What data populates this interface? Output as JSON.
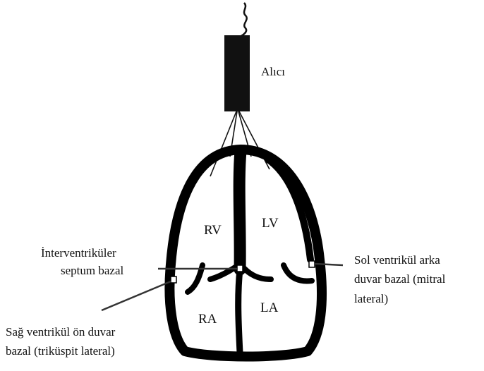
{
  "diagram": {
    "probe_label": "Alıcı",
    "chambers": {
      "rv": "RV",
      "lv": "LV",
      "ra": "RA",
      "la": "LA"
    },
    "annotations": {
      "septum": [
        "İnterventriküler",
        "septum bazal"
      ],
      "left_wall": [
        "Sol ventrikül arka",
        "duvar bazal (mitral",
        "lateral)"
      ],
      "right_wall": [
        "Sağ ventrikül ön duvar",
        "bazal (triküspit lateral)"
      ]
    }
  }
}
